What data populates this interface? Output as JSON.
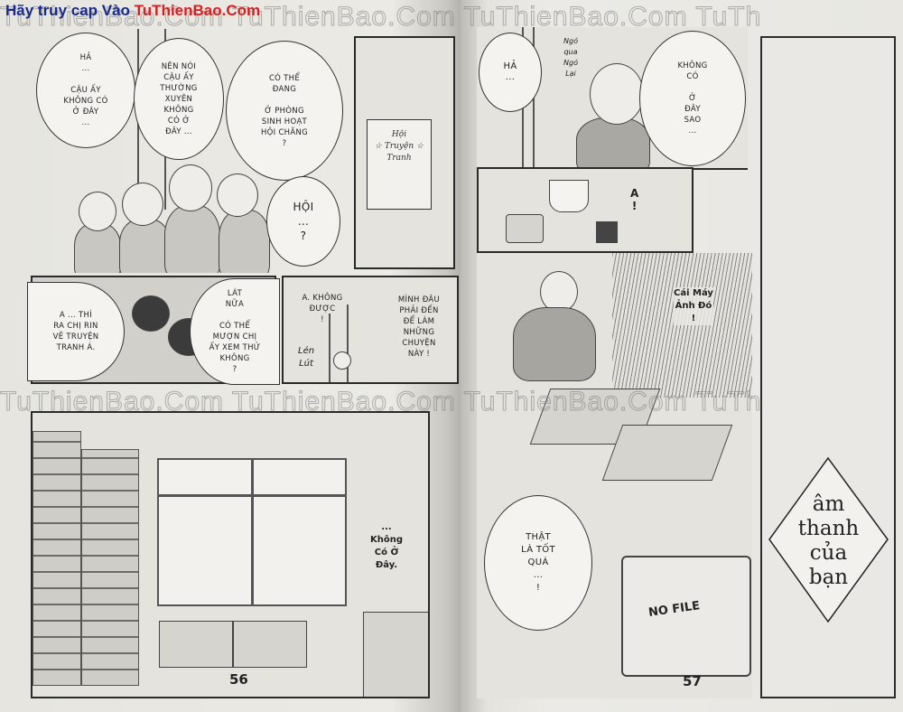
{
  "banner": {
    "prefix": "Hãy truy cap Vào ",
    "site": "TuThienBao.Com",
    "prefix_color": "#1a2a8a",
    "site_color": "#d52020"
  },
  "watermark": {
    "row_top": "TuThienBao.Com TuThienBao.Com TuThienBao.Com TuTh",
    "row_middle": "TuThienBao.Com TuThienBao.Com TuThienBao.Com TuTh"
  },
  "left_page": {
    "page_number": "56",
    "panel1": {
      "bubbles": [
        {
          "text": "HẢ\n...\n\nCẬU ẤY\nKHÔNG CÓ\nỞ ĐÂY\n..."
        },
        {
          "text": "NÊN NÓI\nCẬU ẤY\nTHƯỜNG\nXUYÊN\nKHÔNG\nCÓ Ở\nĐÂY ..."
        },
        {
          "text": "CÓ THỂ\nĐANG\n\nỞ PHÒNG\nSINH HOẠT\nHỘI CHĂNG\n?"
        },
        {
          "text": "HỘI\n...\n?"
        }
      ],
      "door_sign": "Hội\n☆ Truyện ☆\nTranh"
    },
    "panel2": {
      "bubbles": [
        {
          "text": "A ... THÌ\nRA CHỊ RIN\nVẼ TRUYỆN\nTRANH Á."
        },
        {
          "text": "LÁT\nNỮA\n\nCÓ THỂ\nMƯỢN CHỊ\nẤY XEM THỬ\nKHÔNG\n?"
        }
      ]
    },
    "panel3": {
      "bubbles": [
        {
          "text": "A. KHÔNG\nĐƯỢC\n!"
        },
        {
          "text": "MÌNH ĐÂU\nPHẢI ĐẾN\nĐỂ LÀM\nNHỮNG\nCHUYỆN\nNÀY !"
        }
      ],
      "sfx": "Lén\nLút"
    },
    "panel4": {
      "narration": "...\nKhông\nCó Ở\nĐây."
    }
  },
  "right_page": {
    "page_number": "57",
    "panel1": {
      "bubbles": [
        {
          "text": "HẢ\n..."
        },
        {
          "text": "KHÔNG\nCÓ\n\nỞ\nĐÂY\nSAO\n..."
        }
      ],
      "sfx": "Ngó\nqua\nNgó\nLại"
    },
    "panel2": {
      "exclaim": "A\n!"
    },
    "panel3": {
      "shout": "Cái Máy\nẢnh Đó\n!"
    },
    "panel4": {
      "bubbles": [
        {
          "text": "THẬT\nLÀ TỐT\nQUÁ\n...\n!"
        }
      ],
      "camera_screen": "NO FILE"
    },
    "title_box": {
      "text": "âm\nthanh\ncủa\nbạn"
    }
  }
}
